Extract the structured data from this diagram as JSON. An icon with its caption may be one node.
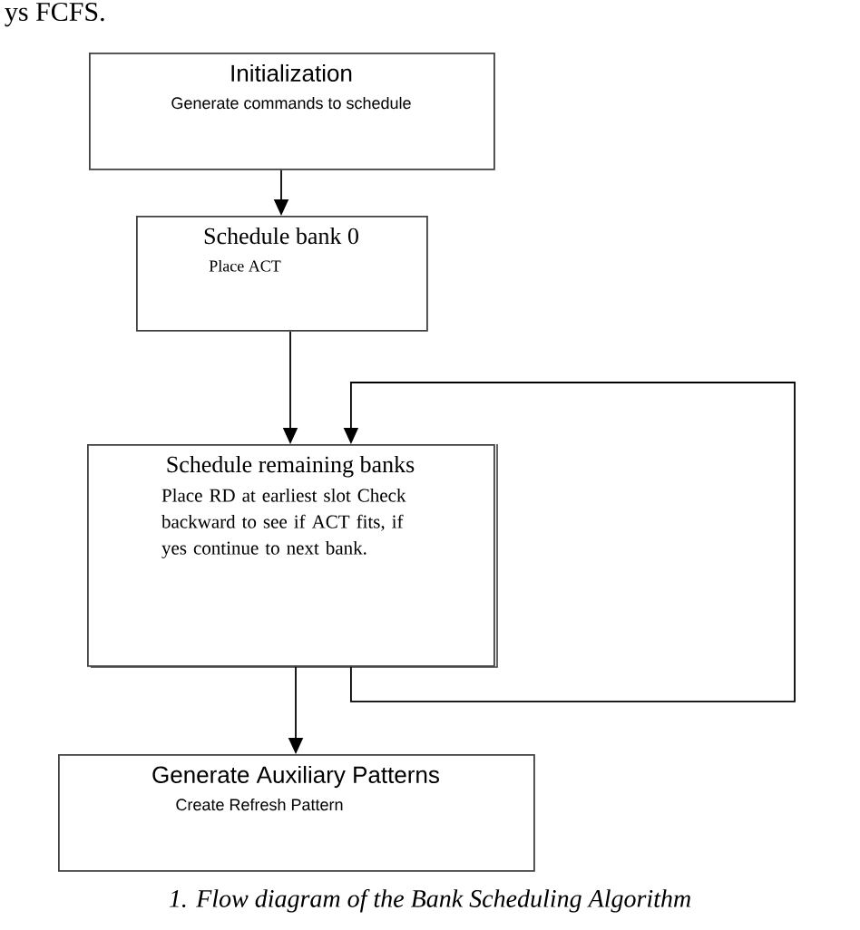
{
  "diagram": {
    "caption": "1. Flow diagram of the Bank Scheduling Algorithm",
    "nodes": [
      {
        "text": [
          "Initialization",
          "Generate commands to schedule"
        ]
      },
      {
        "text": [
          "Schedule bank 0",
          "Place ACT"
        ]
      },
      {
        "text": [
          "Schedule remaining banks",
          "Place RD at earliest slot Check backward to see if ACT fits, if yes continue to next bank."
        ]
      },
      {
        "text": [
          "Generate Auxiliary Patterns",
          "Create Refresh Pattern"
        ]
      }
    ],
    "edges": [
      {
        "from": 0,
        "to": 1,
        "arrow": "to"
      },
      {
        "from": 1,
        "to": 2,
        "arrow": "to"
      },
      {
        "from": 2,
        "to": 2,
        "arrow": "to"
      },
      {
        "from": 2,
        "to": 3,
        "arrow": "to"
      }
    ],
    "labels": [
      "ys FCFS."
    ]
  }
}
